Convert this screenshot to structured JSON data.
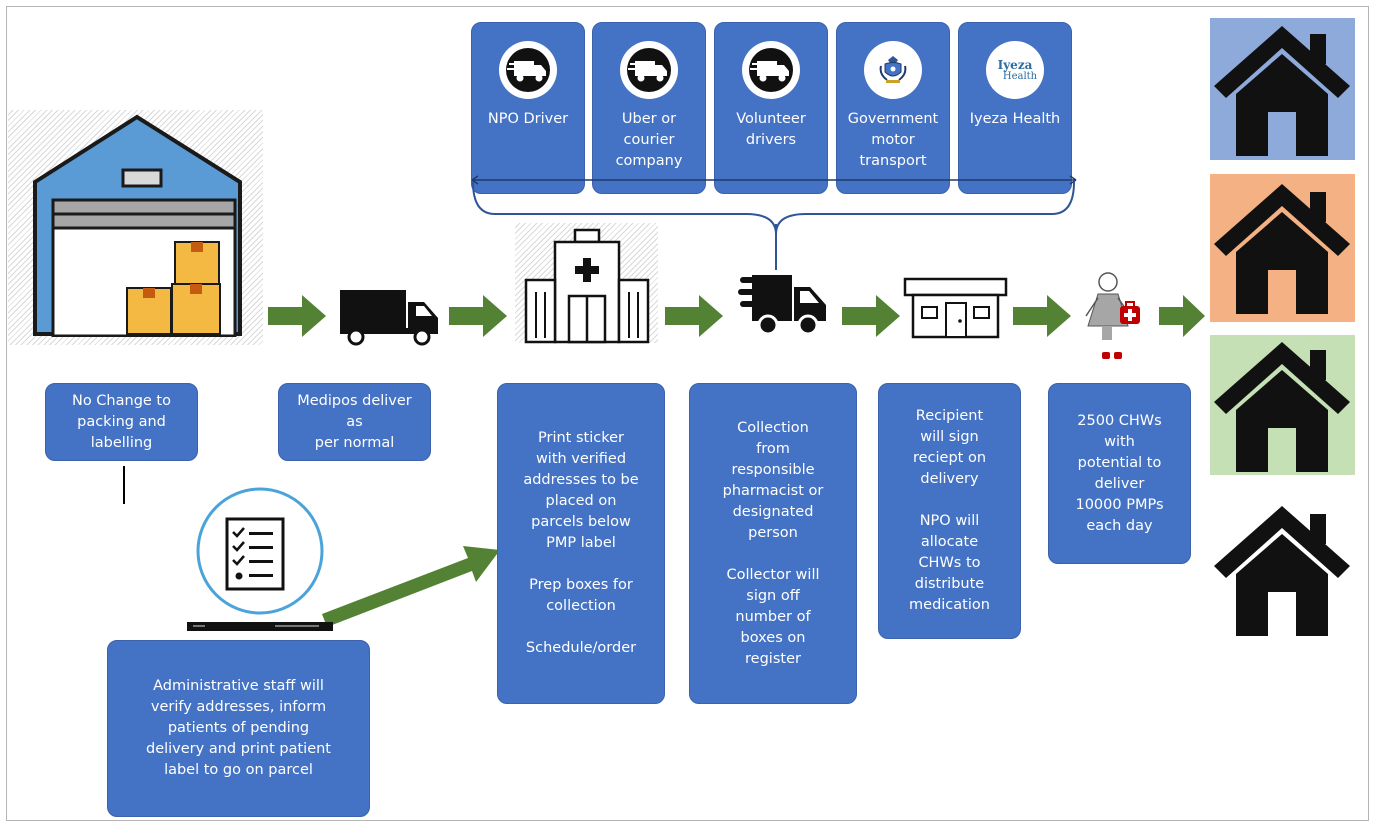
{
  "providers": [
    {
      "label": "NPO Driver",
      "icon": "delivery-van-icon"
    },
    {
      "label": "Uber or\ncourier\ncompany",
      "icon": "delivery-van-icon"
    },
    {
      "label": "Volunteer\ndrivers",
      "icon": "delivery-van-icon"
    },
    {
      "label": "Government\nmotor\ntransport",
      "icon": "coat-of-arms-icon"
    },
    {
      "label": "Iyeza Health",
      "icon": "iyeza-health-logo"
    }
  ],
  "logo": {
    "iyeza_line1": "Iyeza",
    "iyeza_line2": "Health"
  },
  "steps": [
    {
      "label": "No Change to\npacking and labelling"
    },
    {
      "label": "Medipos deliver as\nper normal"
    },
    {
      "label": "Print sticker\nwith verified\naddresses to be\nplaced on\nparcels below\nPMP label\n\nPrep boxes for\ncollection\n\nSchedule/order"
    },
    {
      "label": "Collection\nfrom\nresponsible\npharmacist or\ndesignated\nperson\n\nCollector will\nsign off\nnumber of\nboxes on\nregister"
    },
    {
      "label": "Recipient\nwill sign\nreciept on\ndelivery\n\nNPO will\nallocate\nCHWs to\ndistribute\nmedication"
    },
    {
      "label": "2500 CHWs\nwith\npotential to\ndeliver\n10000 PMPs\neach day"
    }
  ],
  "admin": {
    "label": "Administrative staff will\nverify addresses, inform\npatients of pending\ndelivery and print patient\nlabel to go on parcel"
  },
  "colors": {
    "box_blue": "#4472c4",
    "arrow_green": "#548235",
    "house_bg_blue": "#8eaadb",
    "house_bg_orange": "#f4b183",
    "house_bg_green": "#c5e0b4",
    "warehouse_blue": "#5b9bd5",
    "box_orange": "#f4b942"
  }
}
